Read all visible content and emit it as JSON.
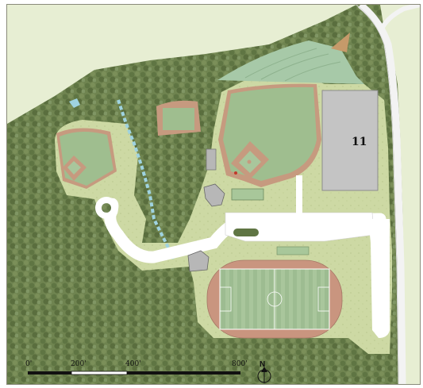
{
  "map": {
    "parking_lot_label": "11",
    "scale_bar": {
      "labels": [
        "0'",
        "200'",
        "400'",
        "800'"
      ]
    },
    "north_arrow": {
      "label": "N",
      "icon": "north-arrow-icon"
    },
    "colors": {
      "forest": "#6f8450",
      "forest_dark": "#5a6e3e",
      "lawn": "#cdd9a4",
      "turf": "#9fbe8f",
      "infield_clay": "#c69a7f",
      "track": "#c9957f",
      "pavement": "#ffffff",
      "parking_lot": "#c4c4c4",
      "building": "#b7b7b7",
      "water": "#9fd3e0",
      "road": "#ececec"
    }
  }
}
